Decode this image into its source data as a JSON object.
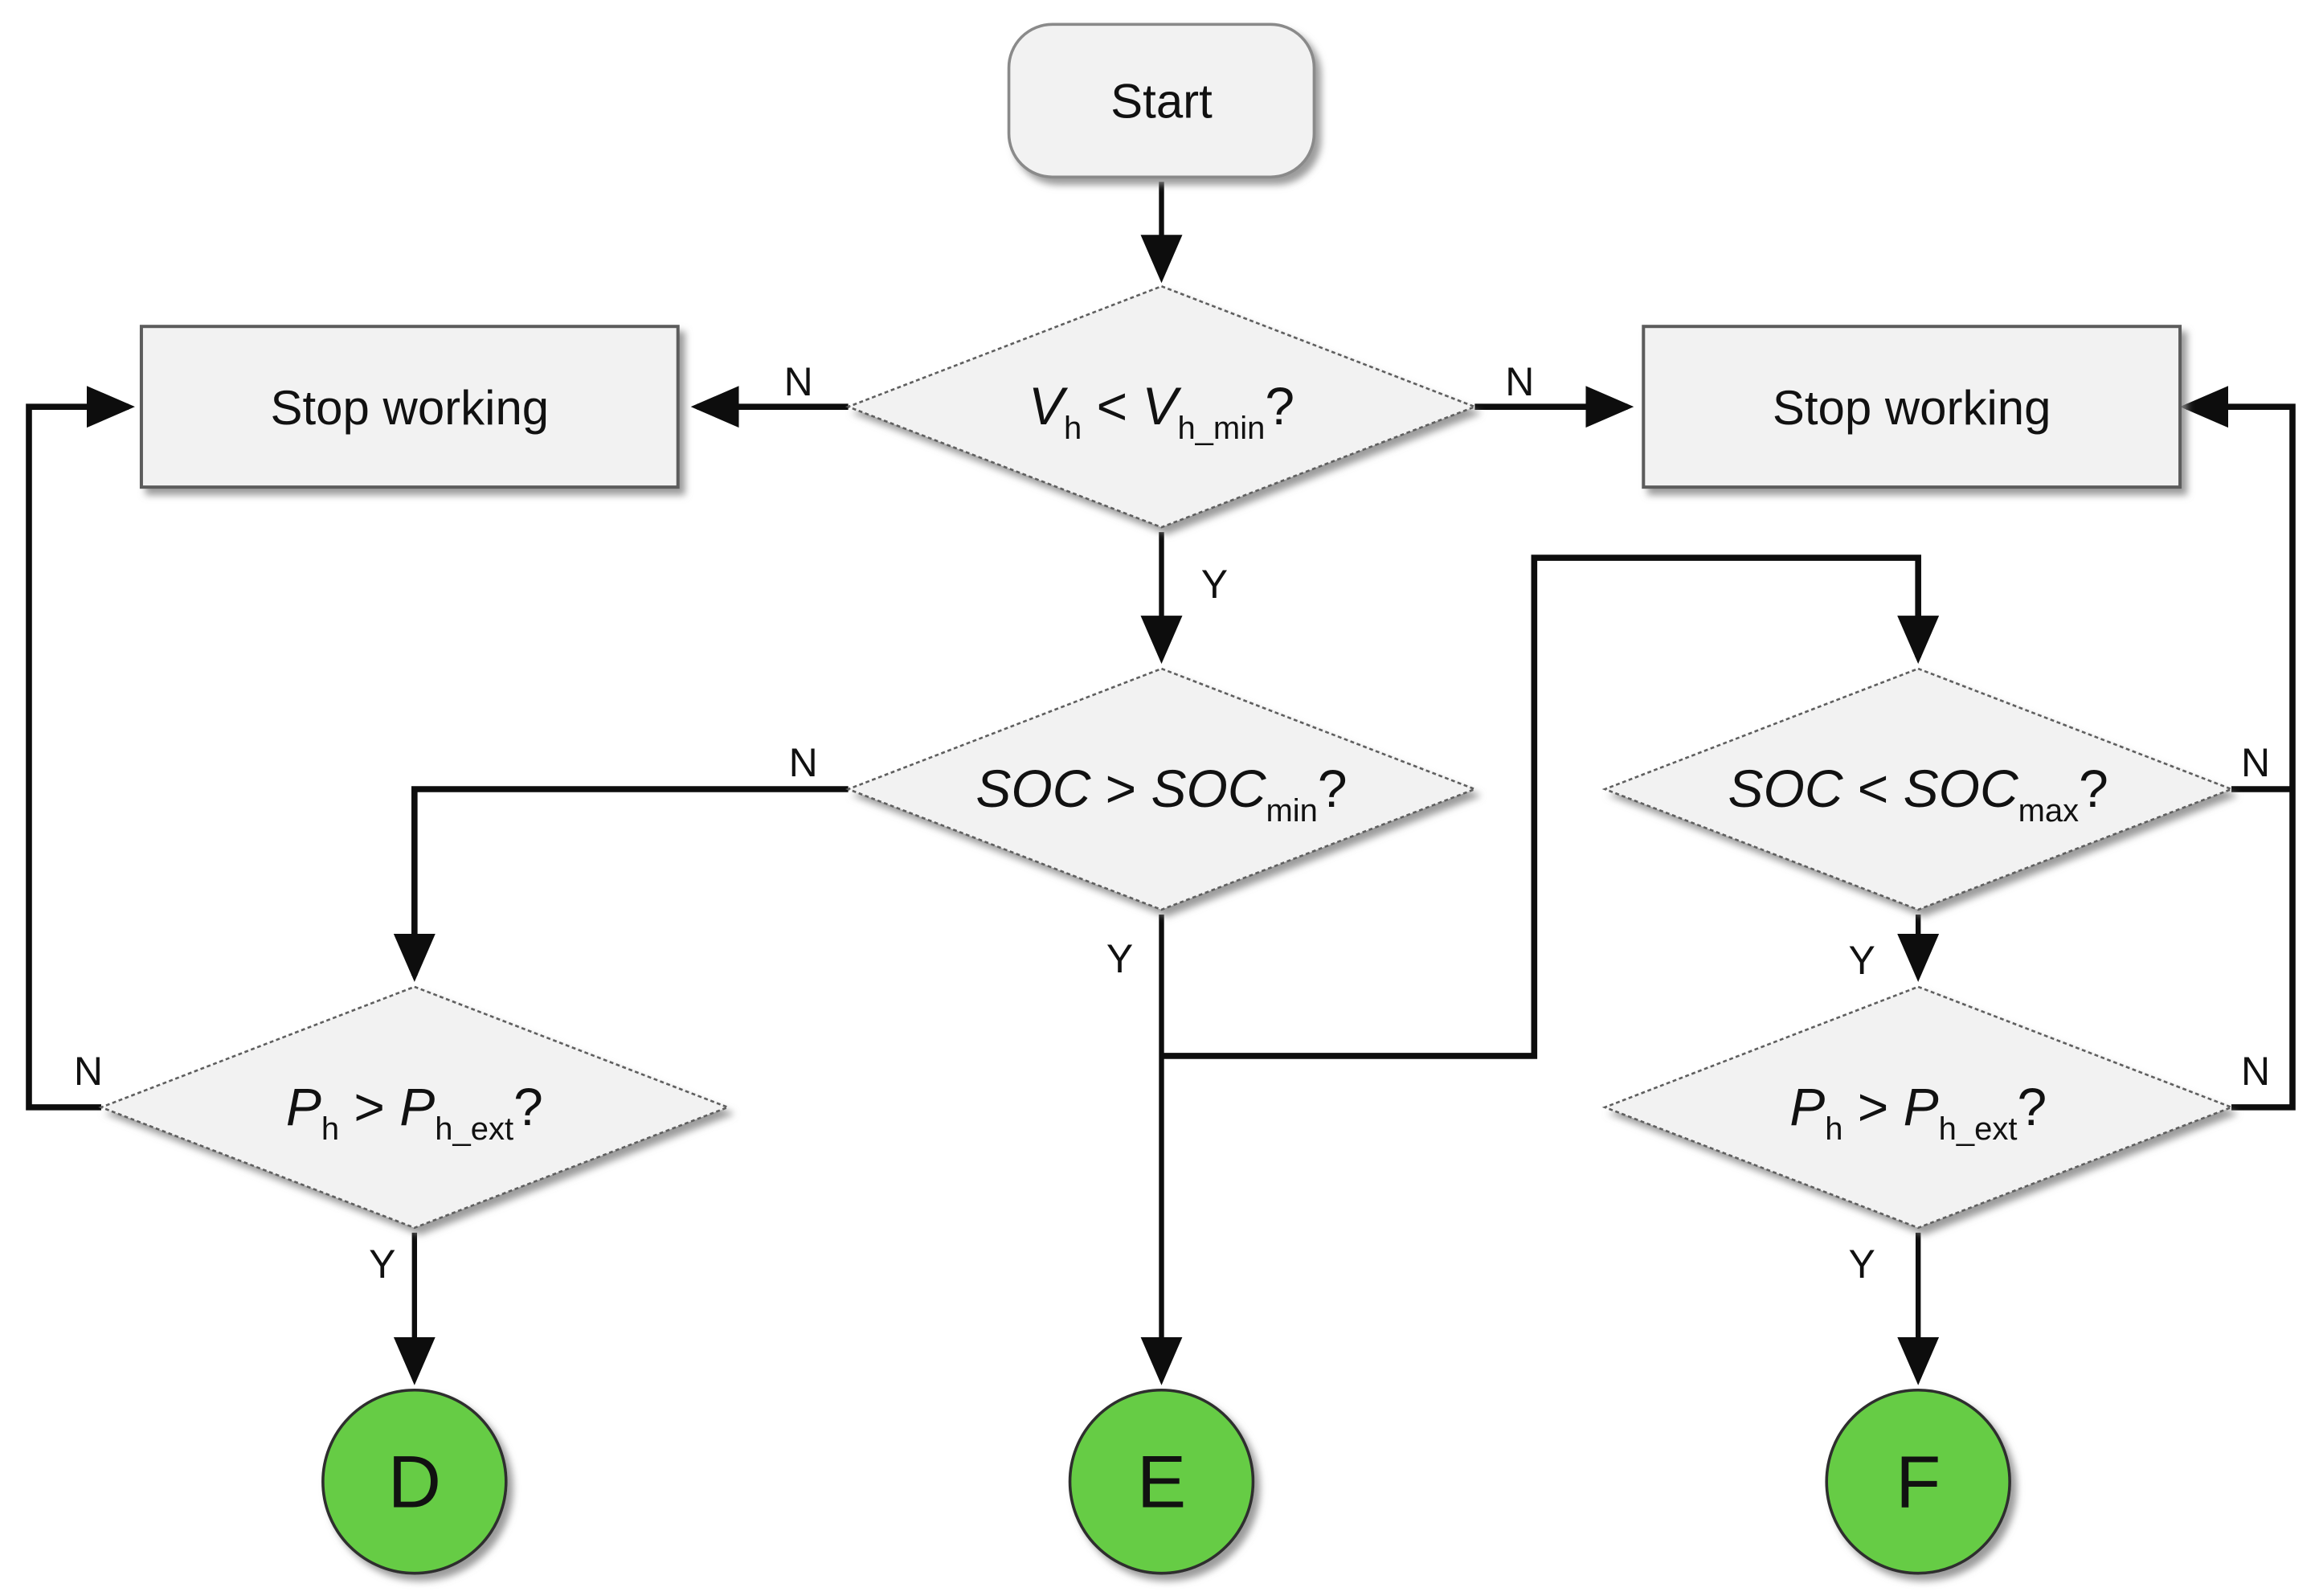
{
  "diagram": {
    "type": "flowchart",
    "colors": {
      "node_fill": "#f2f2f2",
      "terminal_fill": "#66cc44",
      "line": "#0d0d0d",
      "background": "#ffffff"
    },
    "nodes": {
      "start": {
        "label": "Start"
      },
      "stop_left": {
        "label": "Stop working"
      },
      "stop_right": {
        "label": "Stop working"
      },
      "decision_vh": {
        "parts": [
          "V",
          "h",
          " < ",
          "V",
          "h_min",
          "?"
        ]
      },
      "decision_soc_min": {
        "parts": [
          "SOC",
          " > ",
          "SOC",
          "min",
          "?"
        ]
      },
      "decision_soc_max": {
        "parts": [
          "SOC",
          " < ",
          "SOC",
          "max",
          "?"
        ]
      },
      "decision_ph_left": {
        "parts": [
          "P",
          "h",
          " > ",
          "P",
          "h_ext",
          "?"
        ]
      },
      "decision_ph_right": {
        "parts": [
          "P",
          "h",
          " > ",
          "P",
          "h_ext",
          "?"
        ]
      },
      "end_d": {
        "label": "D"
      },
      "end_e": {
        "label": "E"
      },
      "end_f": {
        "label": "F"
      }
    },
    "edges": {
      "vh_no_left": {
        "label": "N"
      },
      "vh_no_right": {
        "label": "N"
      },
      "vh_yes": {
        "label": "Y"
      },
      "soc_min_no": {
        "label": "N"
      },
      "soc_min_yes": {
        "label": "Y"
      },
      "soc_max_no": {
        "label": "N"
      },
      "soc_max_yes": {
        "label": "Y"
      },
      "ph_left_no": {
        "label": "N"
      },
      "ph_left_yes": {
        "label": "Y"
      },
      "ph_right_no": {
        "label": "N"
      },
      "ph_right_yes": {
        "label": "Y"
      }
    }
  }
}
